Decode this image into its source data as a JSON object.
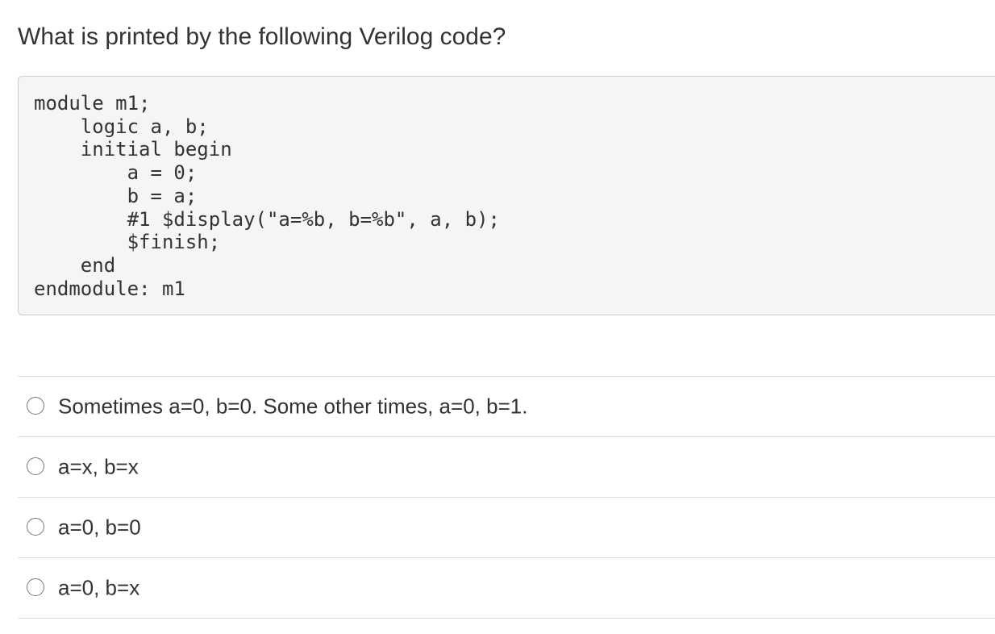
{
  "question": {
    "title": "What is printed by the following Verilog code?"
  },
  "code": {
    "lines": [
      "module m1;",
      "    logic a, b;",
      "    initial begin",
      "        a = 0;",
      "        b = a;",
      "        #1 $display(\"a=%b, b=%b\", a, b);",
      "        $finish;",
      "    end",
      "endmodule: m1"
    ]
  },
  "answers": [
    {
      "label": "Sometimes a=0, b=0. Some other times, a=0, b=1.",
      "selected": false
    },
    {
      "label": "a=x, b=x",
      "selected": false
    },
    {
      "label": "a=0, b=0",
      "selected": false
    },
    {
      "label": "a=0, b=x",
      "selected": false
    }
  ]
}
